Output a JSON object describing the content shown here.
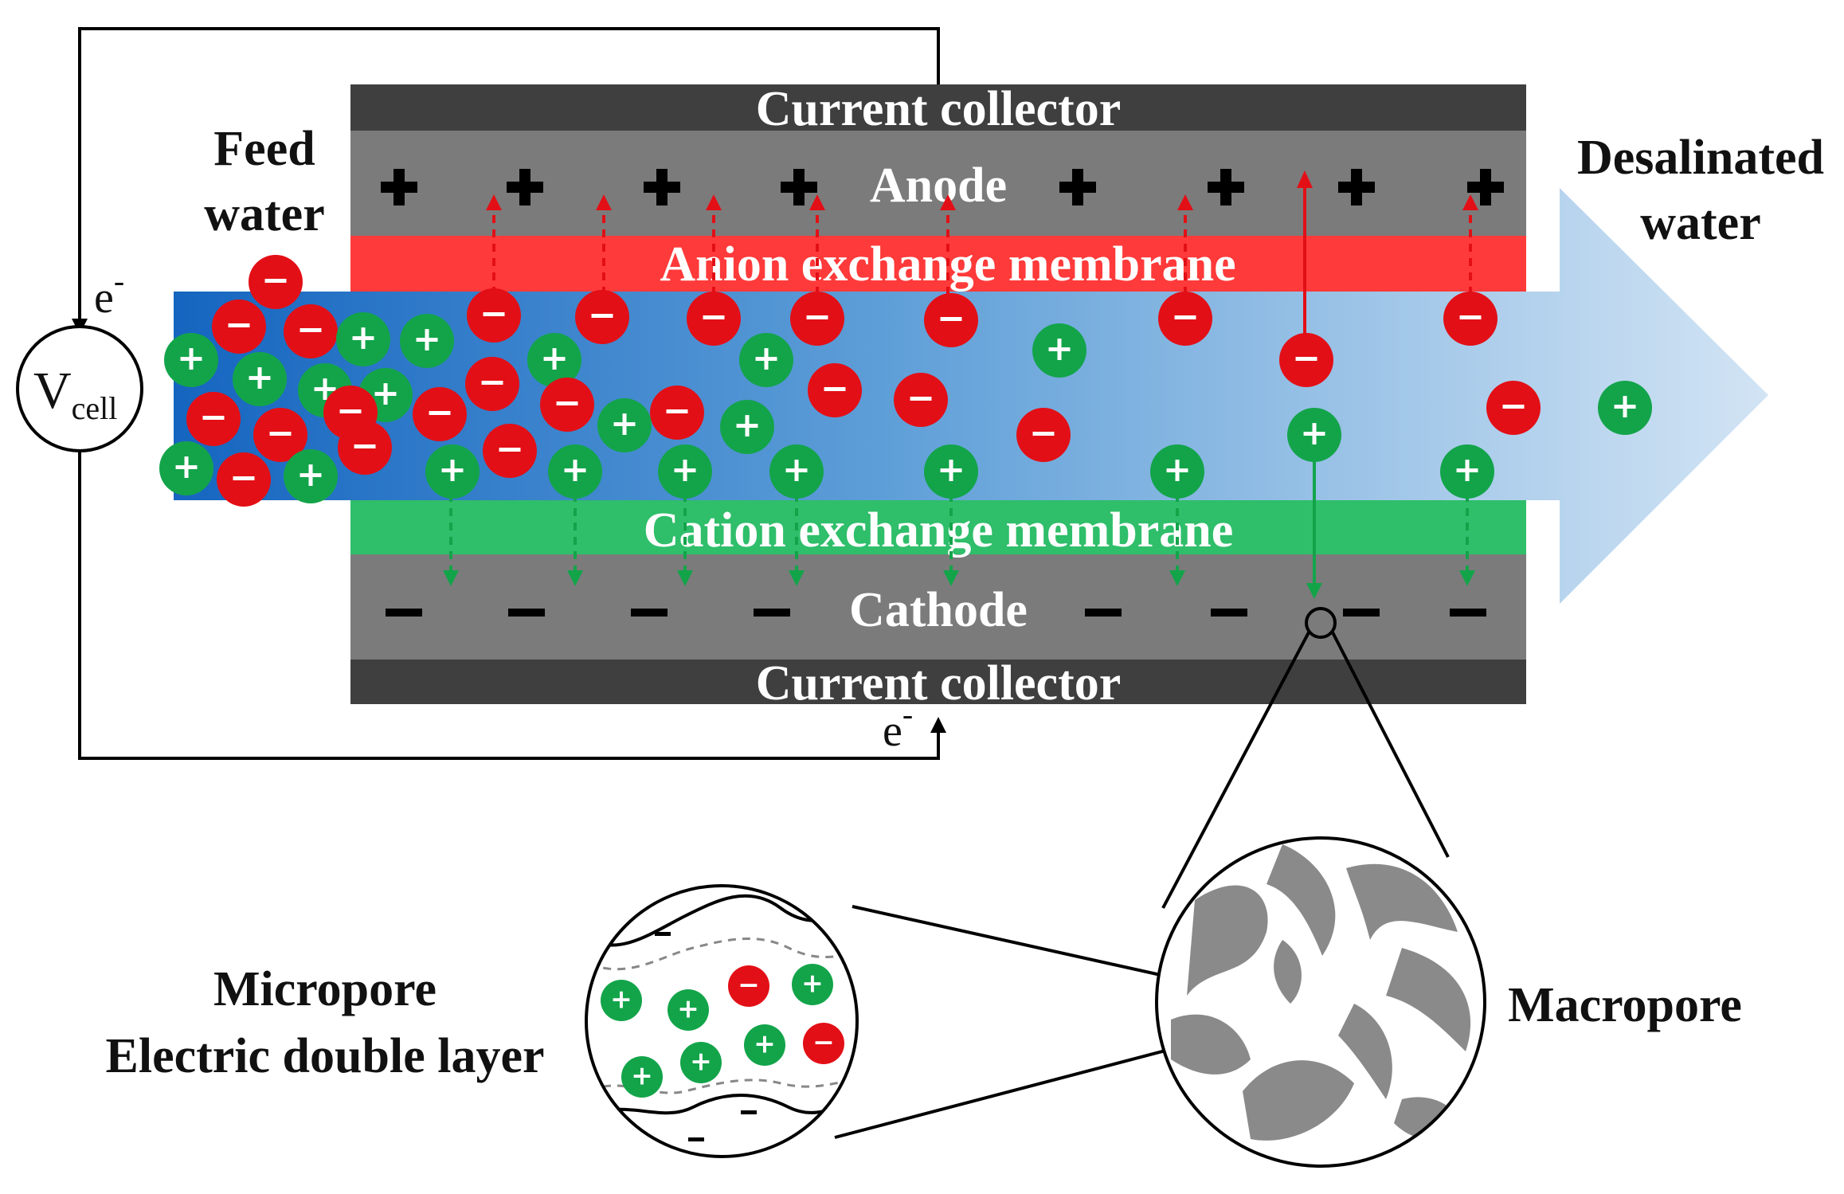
{
  "labels": {
    "current_collector_top": "Current collector",
    "anode": "Anode",
    "anion_membrane": "Anion exchange membrane",
    "cation_membrane": "Cation exchange membrane",
    "cathode": "Cathode",
    "current_collector_bottom": "Current collector",
    "feed_water_line1": "Feed",
    "feed_water_line2": "water",
    "desalinated_line1": "Desalinated",
    "desalinated_line2": "water",
    "vcell_main": "V",
    "vcell_sub": "cell",
    "electron_main": "e",
    "electron_sup": "-",
    "micropore_line1": "Micropore",
    "micropore_line2": "Electric double layer",
    "macropore": "Macropore"
  },
  "ion_signs": {
    "cation": "+",
    "anion": "−"
  },
  "colors": {
    "current_collector": "#3f3f3f",
    "electrode": "#7b7b7b",
    "anion_membrane": "#ff3a3a",
    "cation_membrane": "#2fbe6a",
    "cation": "#13a44a",
    "anion": "#e30f16",
    "water_dark": "#1565c0",
    "water_light": "#c6dcf0",
    "pore_material": "#8a8a8a"
  }
}
